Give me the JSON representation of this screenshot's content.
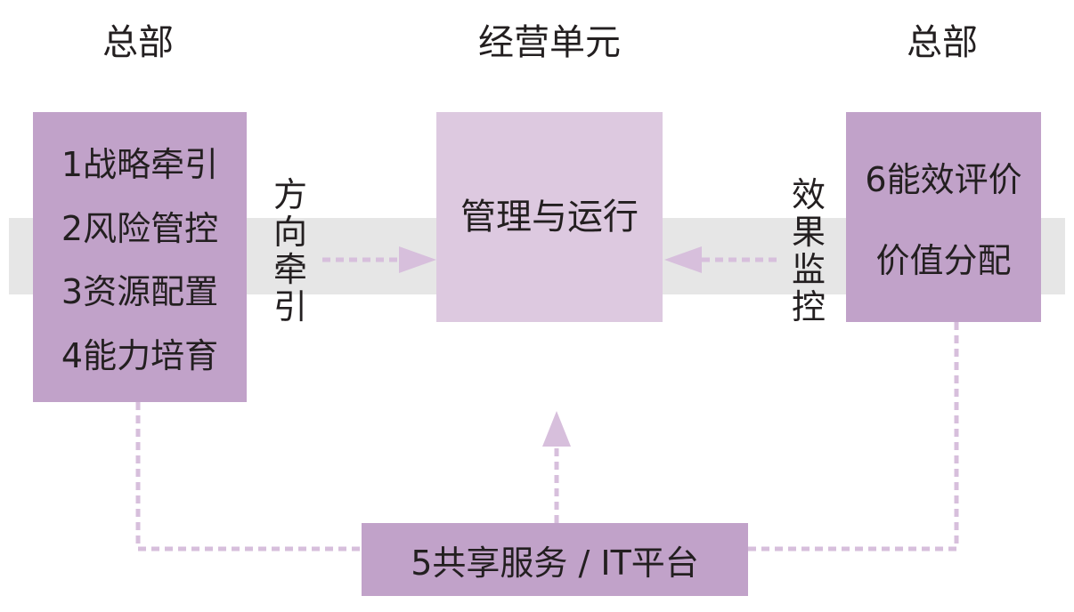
{
  "headers": {
    "left": "总部",
    "center": "经营单元",
    "right": "总部"
  },
  "left_box": {
    "items": [
      "1战略牵引",
      "2风险管控",
      "3资源配置",
      "4能力培育"
    ]
  },
  "center_box": {
    "label": "管理与运行"
  },
  "right_box": {
    "items": [
      "6能效评价",
      "价值分配"
    ]
  },
  "bottom_box": {
    "label": "5共享服务 / IT平台"
  },
  "arrows": {
    "left_label": "方向牵引",
    "right_label": "效果监控"
  },
  "colors": {
    "box_dark": "#c1a2c9",
    "box_light": "#ddc9e0",
    "band": "#e6e6e6",
    "connector": "#d7bfdc"
  }
}
